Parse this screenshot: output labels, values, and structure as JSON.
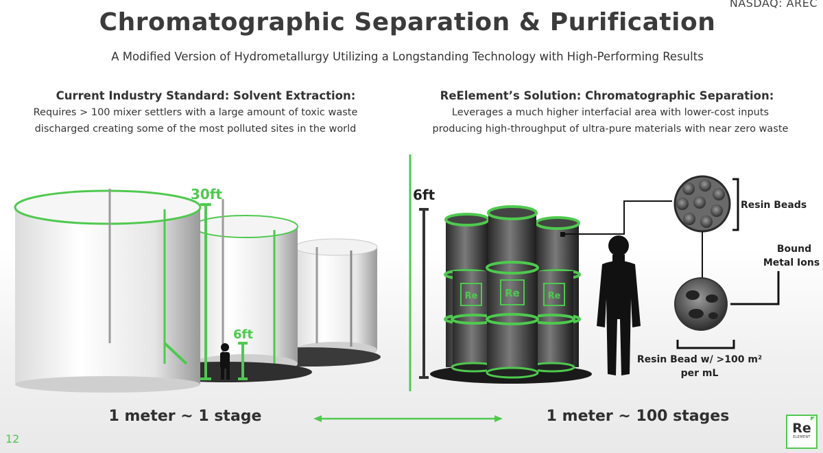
{
  "header": {
    "ticker": "NASDAQ: AREC",
    "title": "Chromatographic Separation & Purification",
    "subtitle": "A Modified Version of Hydrometallurgy Utilizing a Longstanding Technology with High-Performing Results"
  },
  "left": {
    "heading": "Current Industry Standard: Solvent Extraction:",
    "body": "Requires > 100 mixer settlers with a large amount of toxic waste discharged creating some of the most polluted sites in the world",
    "label_30ft": "30ft",
    "label_6ft": "6ft",
    "stage": "1 meter ~ 1 stage"
  },
  "right": {
    "heading": "ReElement’s Solution: Chromatographic Separation:",
    "body": "Leverages a much higher interfacial area with lower-cost inputs producing high-throughput of ultra-pure materials with near zero waste",
    "label_6ft": "6ft",
    "resin_beads": "Resin Beads",
    "bound_line1": "Bound",
    "bound_line2": "Metal Ions",
    "bead_line1": "Resin Bead w/ >100 m²",
    "bead_line2": "per mL",
    "column_logo": "Re",
    "stage": "1 meter ~ 100 stages"
  },
  "footer": {
    "page_number": "12",
    "logo_text": "Re",
    "logo_sub": "ELEMENT"
  },
  "colors": {
    "accent_green": "#4fc94f",
    "dark_text": "#333333"
  }
}
